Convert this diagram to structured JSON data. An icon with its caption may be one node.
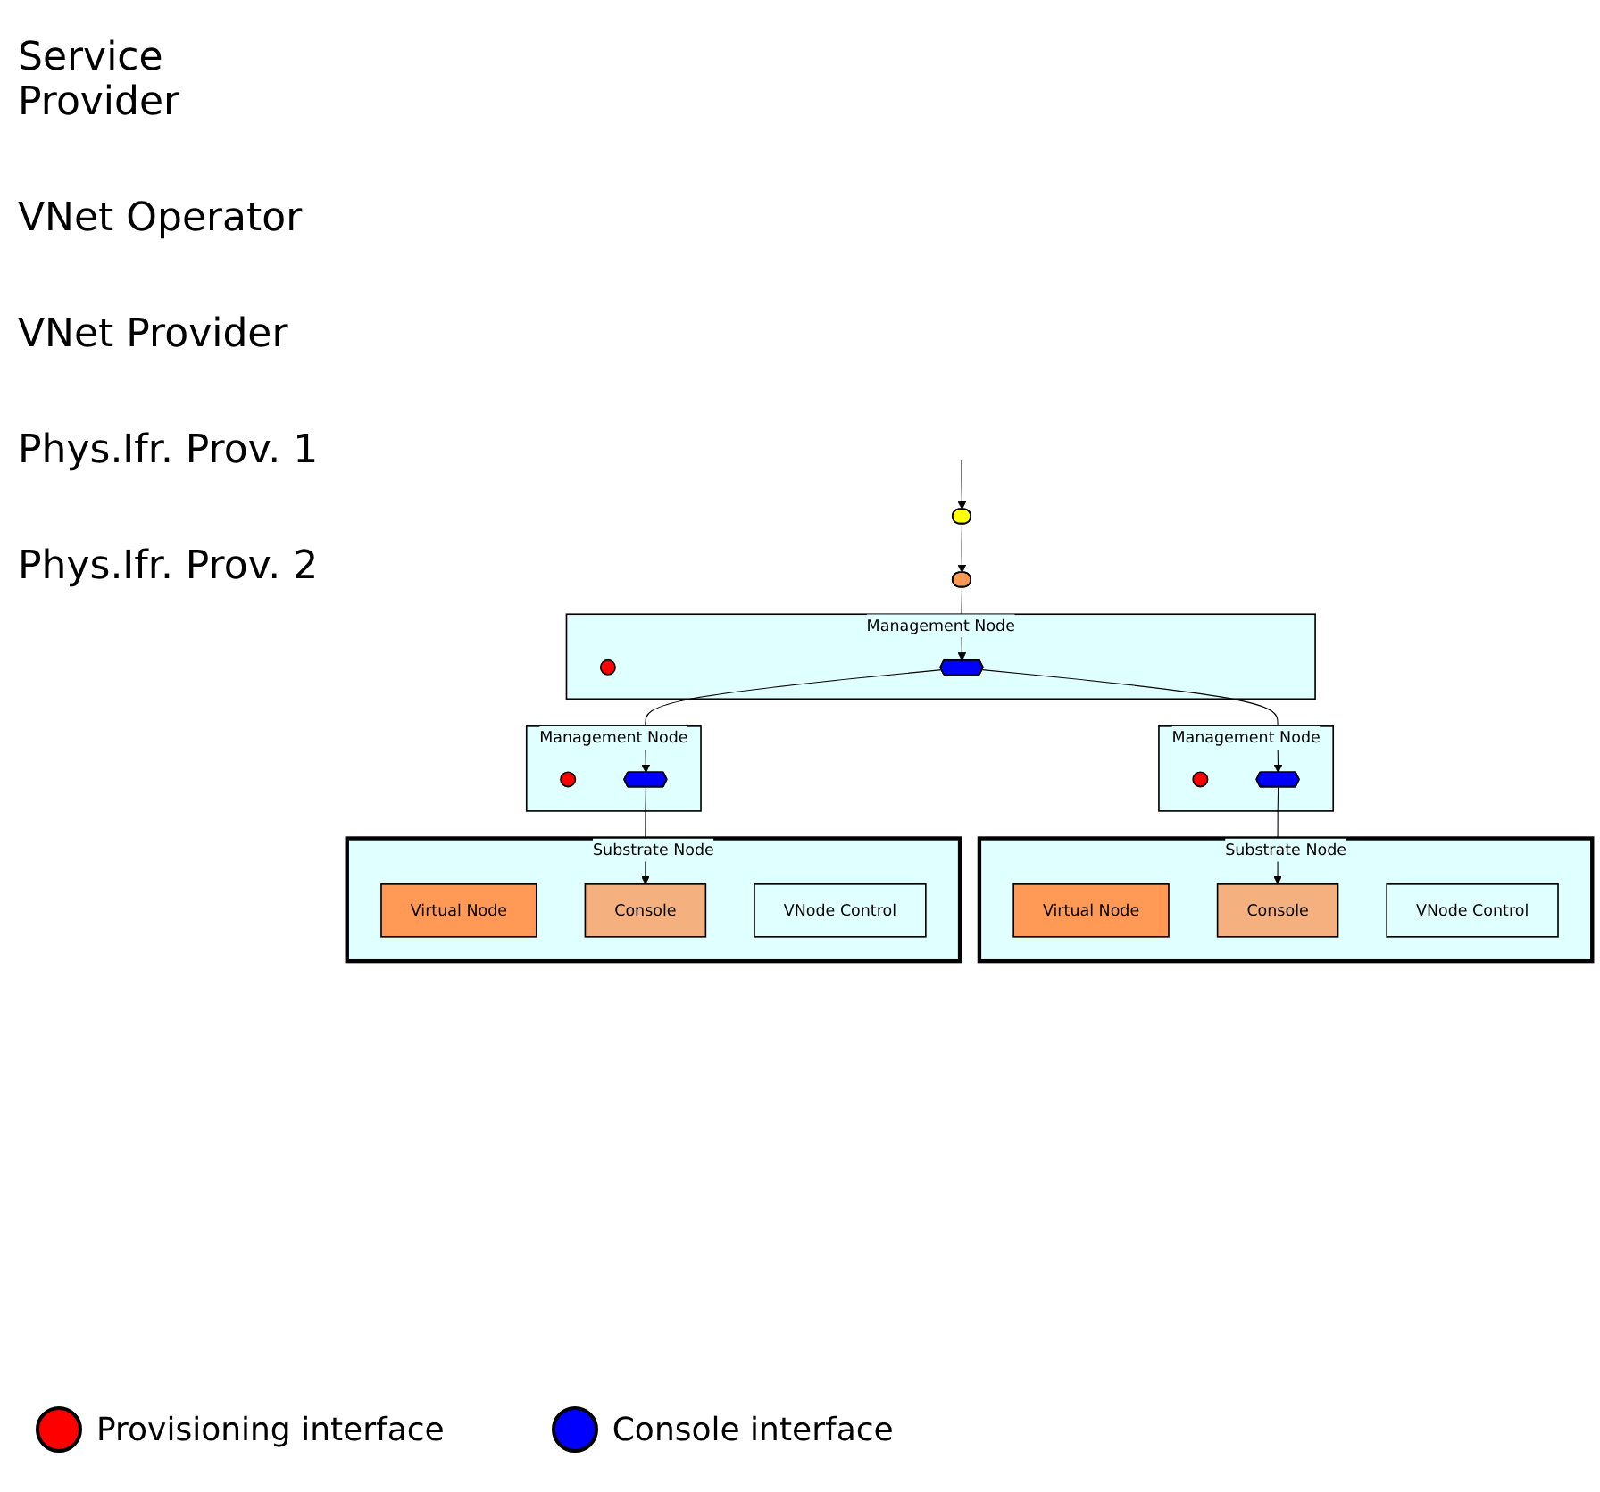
{
  "diagram": {
    "nodes": [
      {
        "text": [],
        "shape": "ellipse"
      },
      {
        "text": [],
        "shape": "ellipse"
      },
      {
        "text": [
          "Management Node"
        ]
      },
      {
        "text": [],
        "shape": "circle",
        "in": 2
      },
      {
        "text": [],
        "shape": "pentagon",
        "in": 2
      },
      {
        "text": [
          "Management Node"
        ]
      },
      {
        "text": [],
        "shape": "circle",
        "in": 5
      },
      {
        "text": [],
        "shape": "pentagon",
        "in": 5
      },
      {
        "text": [
          "Management Node"
        ]
      },
      {
        "text": [],
        "shape": "circle",
        "in": 8
      },
      {
        "text": [],
        "shape": "pentagon",
        "in": 8
      },
      {
        "text": [
          "Substrate Node"
        ]
      },
      {
        "text": [
          "Virtual Node"
        ],
        "in": 11
      },
      {
        "text": [
          "Console"
        ],
        "in": 11
      },
      {
        "text": [
          "VNode Control"
        ],
        "in": 11
      },
      {
        "text": [
          "Substrate Node"
        ]
      },
      {
        "text": [
          "Virtual Node"
        ],
        "in": 15
      },
      {
        "text": [
          "Console"
        ],
        "in": 15
      },
      {
        "text": [
          "VNode Control"
        ],
        "in": 15
      }
    ],
    "edges": [
      {
        "from": null,
        "to": 0,
        "arrow": "to"
      },
      {
        "from": 0,
        "to": 1,
        "arrow": "to"
      },
      {
        "from": 1,
        "to": 4,
        "arrow": "to"
      },
      {
        "from": 4,
        "to": 7,
        "arrow": "to"
      },
      {
        "from": 4,
        "to": 10,
        "arrow": "to"
      },
      {
        "from": 7,
        "to": 13,
        "arrow": "to"
      },
      {
        "from": 10,
        "to": 17,
        "arrow": "to"
      }
    ],
    "labels": [
      "Service Provider",
      "VNet Operator",
      "VNet Provider",
      "Phys.Ifr. Prov. 1",
      "Phys.Ifr. Prov. 2"
    ],
    "legend": [
      {
        "text": "Provisioning interface",
        "color": "#ff0000"
      },
      {
        "text": "Console interface",
        "color": "#0000ff"
      }
    ]
  }
}
